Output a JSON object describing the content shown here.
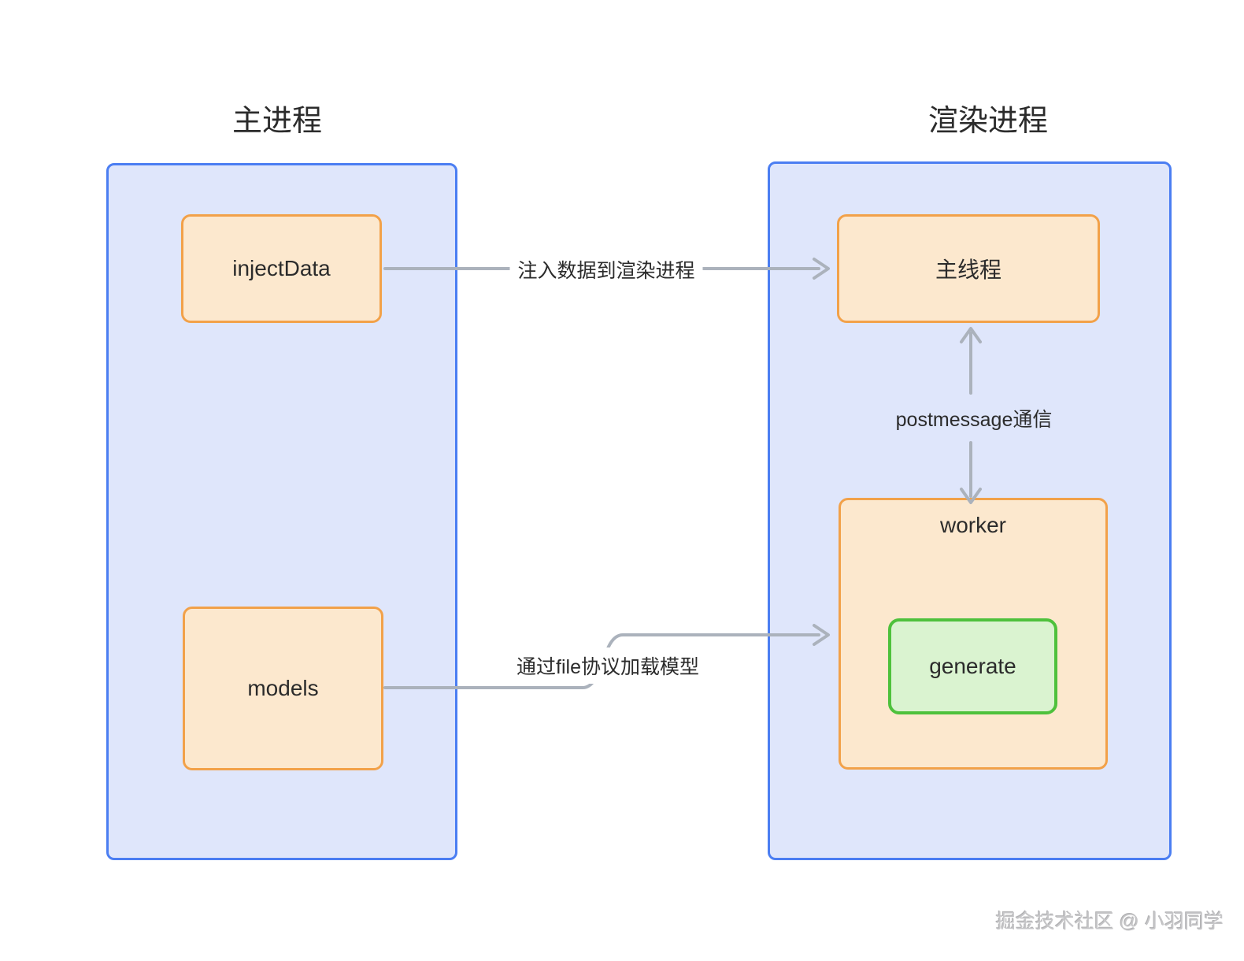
{
  "processes": {
    "main": {
      "title": "主进程",
      "nodes": {
        "inject_data": "injectData",
        "models": "models"
      }
    },
    "render": {
      "title": "渲染进程",
      "nodes": {
        "main_thread": "主线程",
        "worker": "worker",
        "generate": "generate"
      }
    }
  },
  "edges": {
    "inject": {
      "label": "注入数据到渲染进程",
      "from": "injectData",
      "to": "主线程"
    },
    "postmessage": {
      "label": "postmessage通信",
      "from": "主线程",
      "to": "worker",
      "bidirectional": true
    },
    "load_model": {
      "label": "通过file协议加载模型",
      "from": "models",
      "to": "worker"
    }
  },
  "watermark": "掘金技术社区 @ 小羽同学",
  "colors": {
    "container_border": "#4b7ef2",
    "container_fill": "#dfe6fb",
    "node_border": "#f2a149",
    "node_fill": "#fce8ce",
    "generate_border": "#4ec13c",
    "generate_fill": "#daf3d0",
    "arrow": "#abb2bc",
    "text": "#2b2b2b",
    "watermark": "#c6c6c8"
  }
}
